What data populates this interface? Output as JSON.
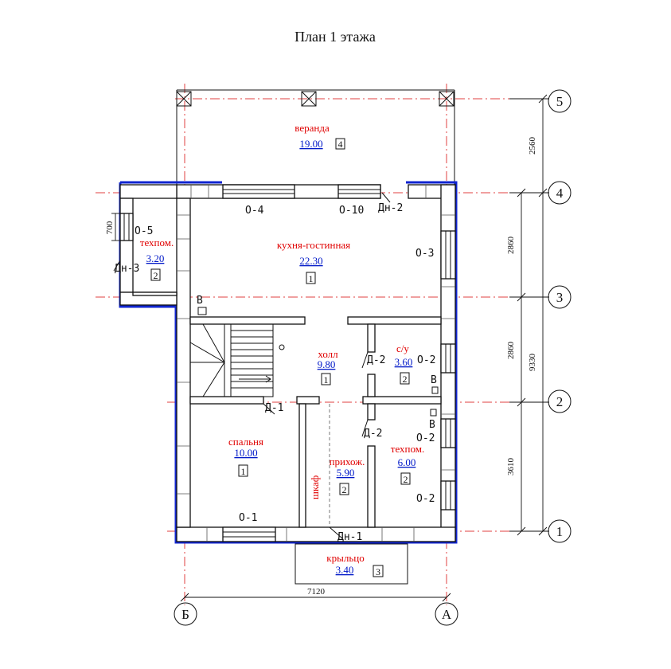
{
  "title": "План 1 этажа",
  "axes": {
    "rows": [
      "5",
      "4",
      "3",
      "2",
      "1"
    ],
    "cols": [
      "Б",
      "А"
    ]
  },
  "dimensions": {
    "d_5_4": "2560",
    "d_4_3": "2860",
    "d_3_2": "2860",
    "d_2_1": "3610",
    "total": "9330",
    "width": "7120",
    "tech_height": "700"
  },
  "rooms": {
    "veranda": {
      "name": "веранда",
      "area": "19.00",
      "class": "4"
    },
    "kitchen": {
      "name": "кухня-гостинная",
      "area": "22.30",
      "class": "1"
    },
    "tech_left": {
      "name": "техпом.",
      "area": "3.20",
      "class": "2"
    },
    "hall": {
      "name": "холл",
      "area": "9.80",
      "class": "1"
    },
    "wc": {
      "name": "с/у",
      "area": "3.60",
      "class": "2"
    },
    "bedroom": {
      "name": "спальня",
      "area": "10.00",
      "class": "1"
    },
    "entry": {
      "name": "прихож.",
      "area": "5.90",
      "class": "2"
    },
    "tech_right": {
      "name": "техпом.",
      "area": "6.00",
      "class": "2"
    },
    "porch": {
      "name": "крыльцо",
      "area": "3.40",
      "class": "3"
    },
    "closet": {
      "name": "шкаф"
    }
  },
  "marks": {
    "o4": "О-4",
    "o10": "О-10",
    "dn2": "Дн-2",
    "o5": "О-5",
    "o3": "О-3",
    "dn3": "Дн-3",
    "d2a": "Д-2",
    "o2a": "О-2",
    "d1": "Д-1",
    "d2b": "Д-2",
    "o2b": "О-2",
    "o2c": "О-2",
    "o1": "О-1",
    "dn1": "Дн-1",
    "v1": "В",
    "v2": "В",
    "v3": "В"
  },
  "colors": {
    "axis": "#e04040",
    "outline": "#1024d0",
    "room_name": "#e00000",
    "room_area": "#0018c8"
  }
}
